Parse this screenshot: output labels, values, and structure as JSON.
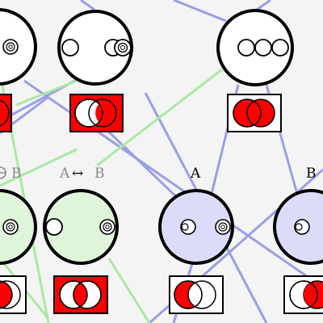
{
  "labels": {
    "c1": "B",
    "c2_left": "A",
    "c2_arrow": "↔",
    "c2_right": "B",
    "c3": "A",
    "c4": "B"
  },
  "colors": {
    "background": "#f4f4f4",
    "green_line": "#a8eaa0",
    "blue_line": "#9a9ee8",
    "green_fill": "#dff5da",
    "blue_fill": "#dcdcfa",
    "red": "#ff0000",
    "gray_text": "#888888"
  },
  "icons": [
    "venn-diagram-icon",
    "circle-node-icon"
  ]
}
